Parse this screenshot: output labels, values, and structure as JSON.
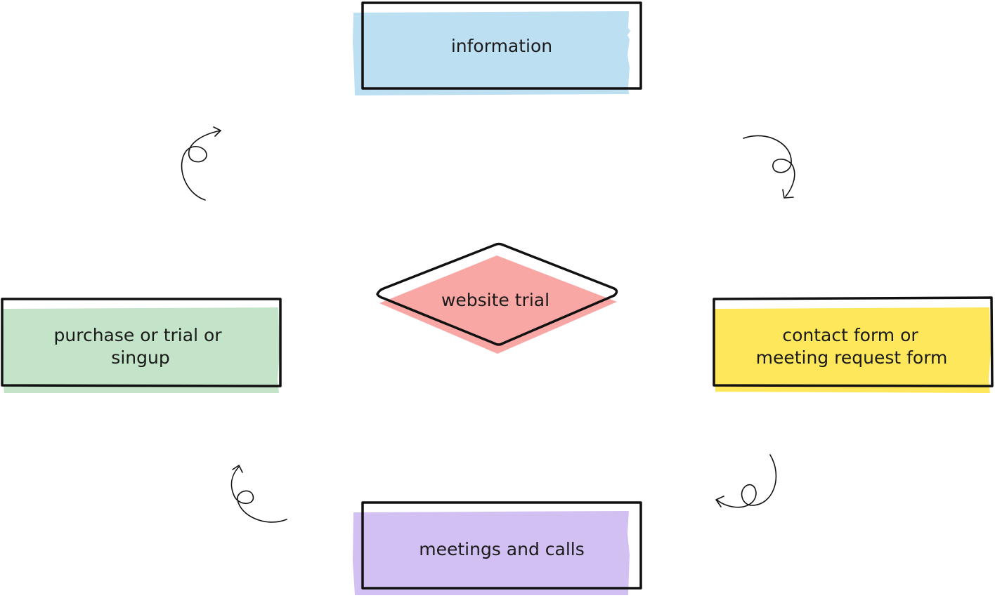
{
  "diagram": {
    "center": {
      "label": "website trial",
      "fill_color": "#f8a7a4"
    },
    "nodes": [
      {
        "id": "information",
        "lines": [
          "information"
        ],
        "fill_color": "#bcdff2"
      },
      {
        "id": "contact",
        "lines": [
          "contact form or",
          "meeting request form"
        ],
        "fill_color": "#fee75a"
      },
      {
        "id": "meetings",
        "lines": [
          "meetings and calls"
        ],
        "fill_color": "#d2c0f3"
      },
      {
        "id": "purchase",
        "lines": [
          "purchase or trial or",
          "singup"
        ],
        "fill_color": "#c3e4c8"
      }
    ],
    "arrows": [
      {
        "from": "purchase",
        "to": "information"
      },
      {
        "from": "information",
        "to": "contact"
      },
      {
        "from": "contact",
        "to": "meetings"
      },
      {
        "from": "meetings",
        "to": "purchase"
      }
    ],
    "outline_color": "#111111"
  }
}
